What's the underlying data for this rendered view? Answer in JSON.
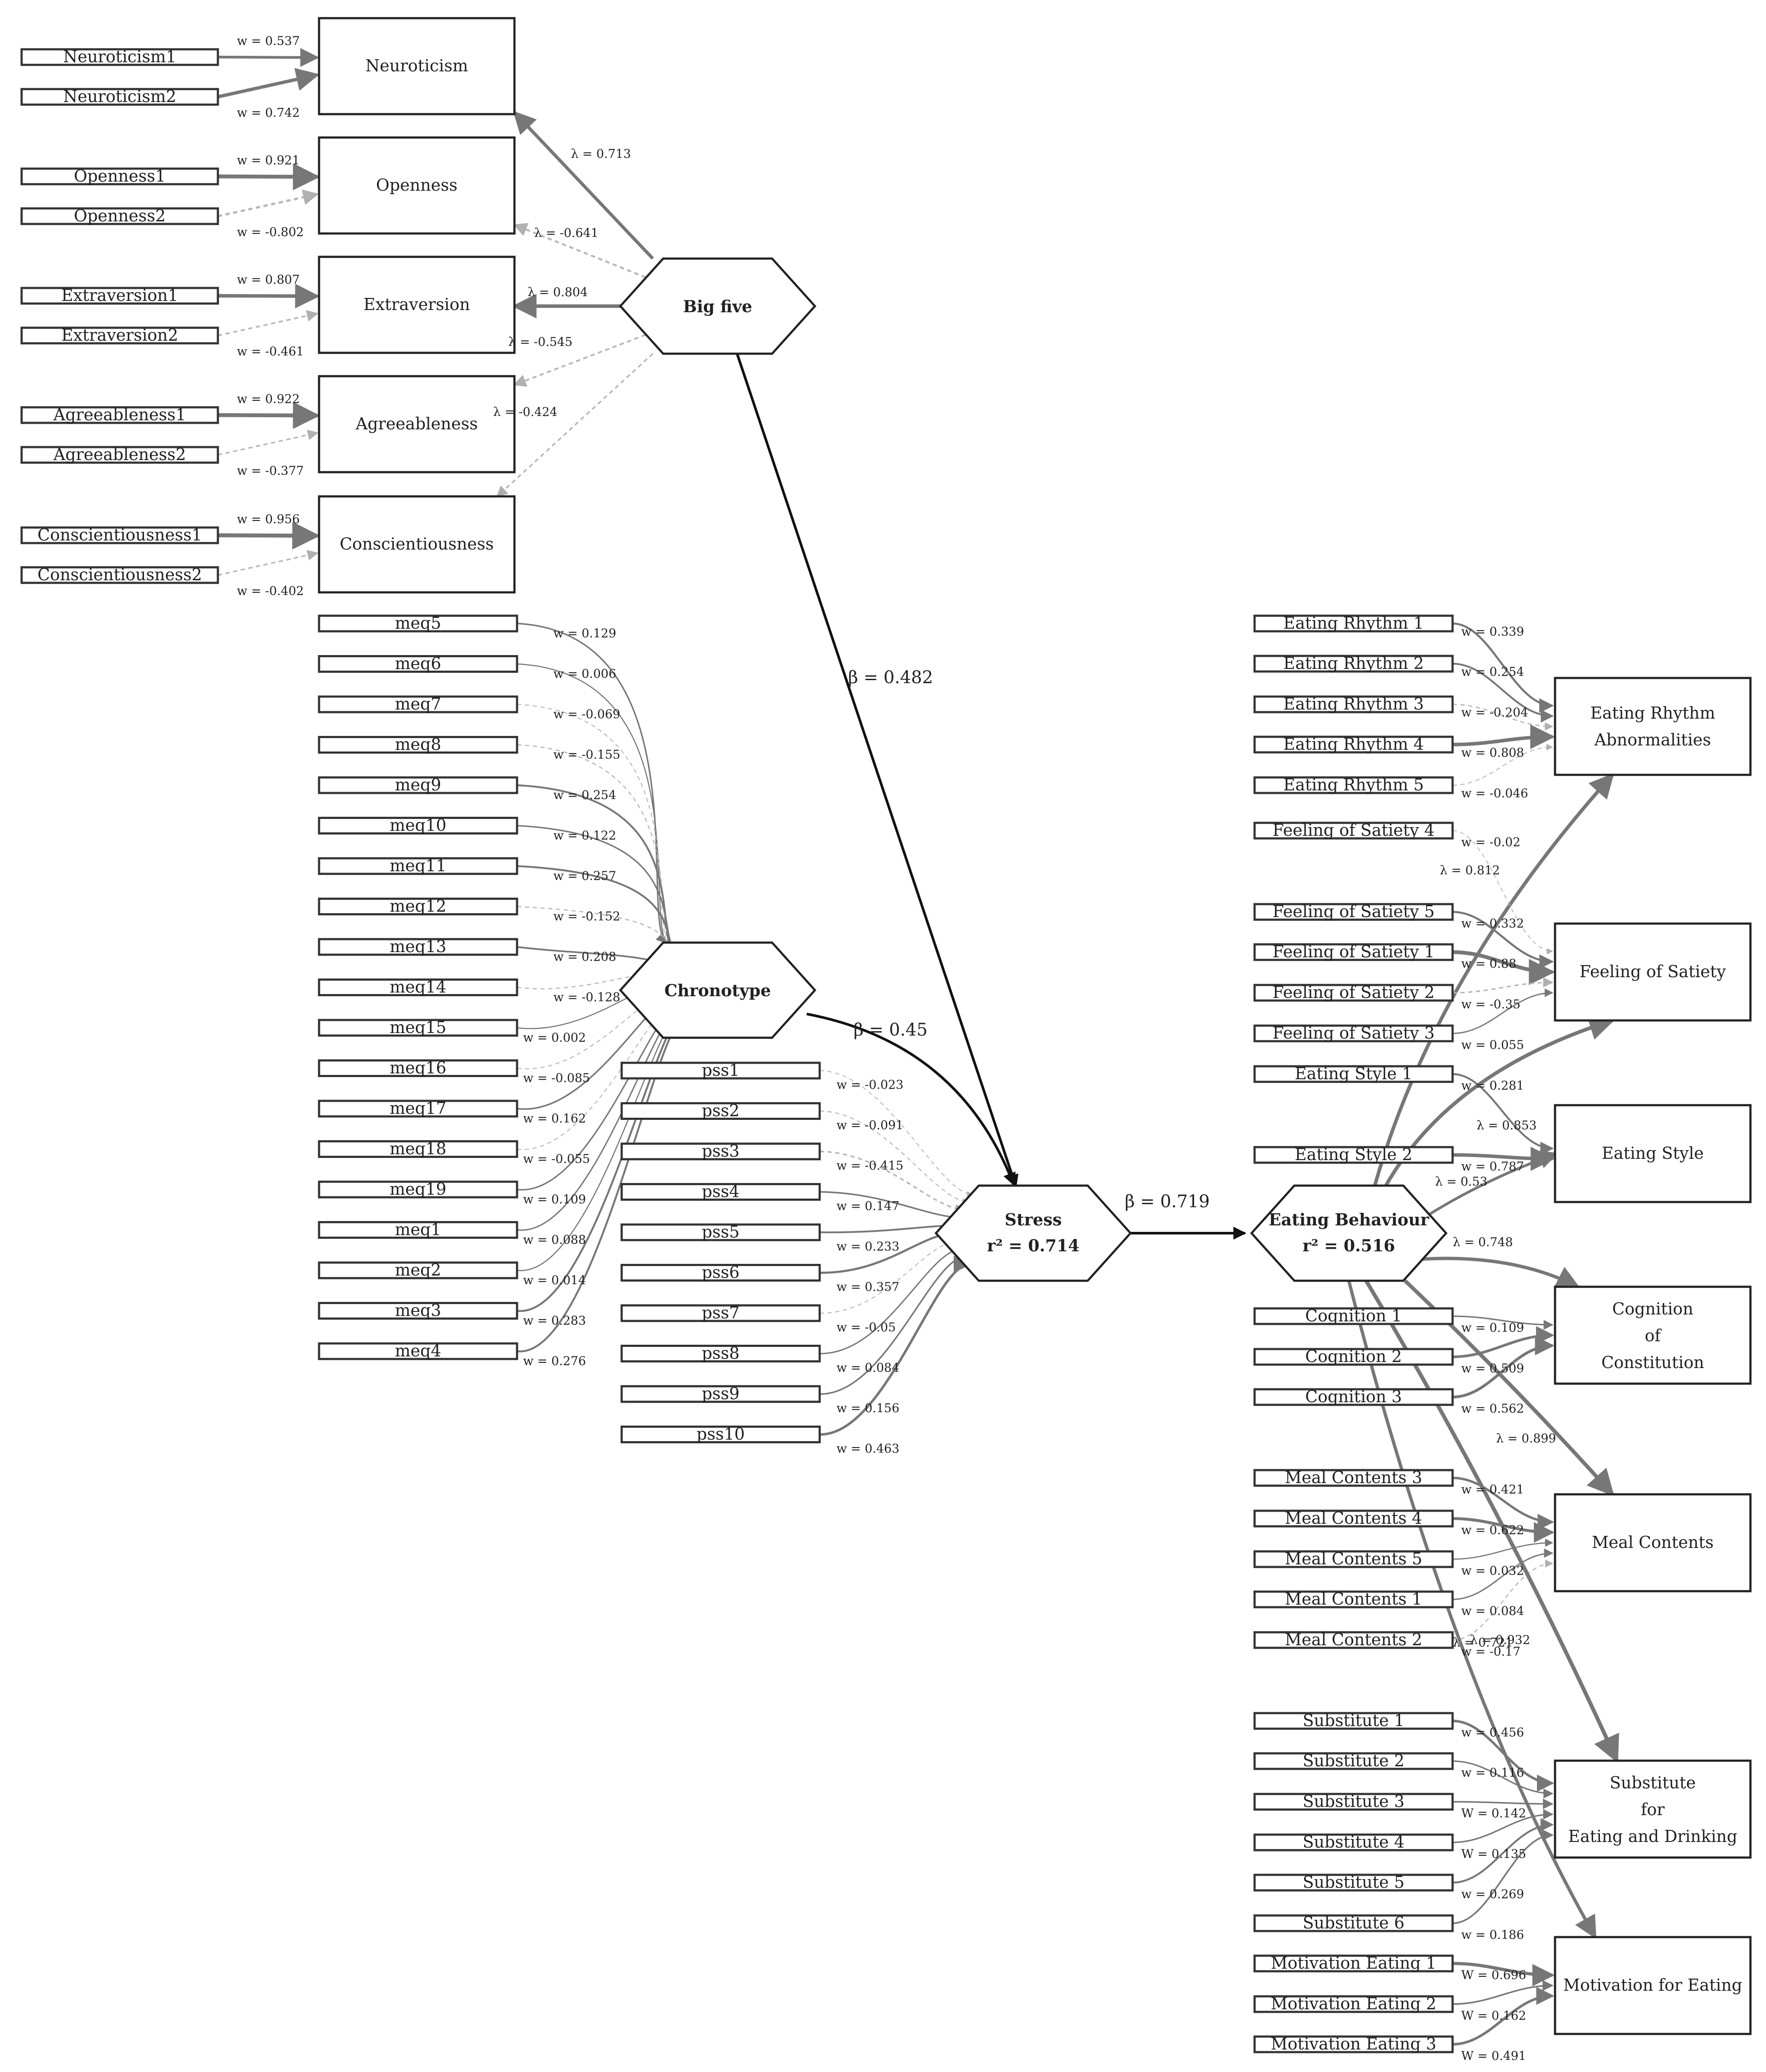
{
  "palette": {
    "line_solid": "#777777",
    "line_dashed": "#b8b8b8",
    "path_dark": "#111111",
    "box_stroke": "#333333"
  },
  "latent": {
    "big_five": "Big five",
    "chronotype": "Chronotype",
    "stress": "Stress",
    "stress_r2": "r² = 0.714",
    "eating_behaviour": "Eating Behaviour",
    "eating_behaviour_r2": "r² = 0.516"
  },
  "paths": {
    "bigfive_stress": "β = 0.482",
    "chronotype_stress": "β = 0.45",
    "stress_eating": "β = 0.719"
  },
  "big_five_constructs": [
    {
      "name": "Neuroticism",
      "lambda": "λ = 0.713",
      "indicators": [
        {
          "label": "Neuroticism1",
          "weight": "w = 0.537"
        },
        {
          "label": "Neuroticism2",
          "weight": "w = 0.742"
        }
      ]
    },
    {
      "name": "Openness",
      "lambda": "λ = -0.641",
      "indicators": [
        {
          "label": "Openness1",
          "weight": "w = 0.921"
        },
        {
          "label": "Openness2",
          "weight": "w = -0.802"
        }
      ]
    },
    {
      "name": "Extraversion",
      "lambda": "λ = 0.804",
      "indicators": [
        {
          "label": "Extraversion1",
          "weight": "w = 0.807"
        },
        {
          "label": "Extraversion2",
          "weight": "w = -0.461"
        }
      ]
    },
    {
      "name": "Agreeableness",
      "lambda": "λ = -0.545",
      "indicators": [
        {
          "label": "Agreeableness1",
          "weight": "w = 0.922"
        },
        {
          "label": "Agreeableness2",
          "weight": "w = -0.377"
        }
      ]
    },
    {
      "name": "Conscientiousness",
      "lambda": "λ = -0.424",
      "indicators": [
        {
          "label": "Conscientiousness1",
          "weight": "w = 0.956"
        },
        {
          "label": "Conscientiousness2",
          "weight": "w = -0.402"
        }
      ]
    }
  ],
  "meq_items": [
    {
      "label": "meq5",
      "weight": "w = 0.129"
    },
    {
      "label": "meq6",
      "weight": "w = 0.006"
    },
    {
      "label": "meq7",
      "weight": "w = -0.069"
    },
    {
      "label": "meq8",
      "weight": "w = -0.155"
    },
    {
      "label": "meq9",
      "weight": "w = 0.254"
    },
    {
      "label": "meq10",
      "weight": "w = 0.122"
    },
    {
      "label": "meq11",
      "weight": "w = 0.257"
    },
    {
      "label": "meq12",
      "weight": "w = -0.152"
    },
    {
      "label": "meq13",
      "weight": "w = 0.208"
    },
    {
      "label": "meq14",
      "weight": "w = -0.128"
    },
    {
      "label": "meq15",
      "weight": "w = 0.002"
    },
    {
      "label": "meq16",
      "weight": "w = -0.085"
    },
    {
      "label": "meq17",
      "weight": "w = 0.162"
    },
    {
      "label": "meq18",
      "weight": "w = -0.055"
    },
    {
      "label": "meq19",
      "weight": "w = 0.109"
    },
    {
      "label": "meq1",
      "weight": "w = 0.088"
    },
    {
      "label": "meq2",
      "weight": "w = 0.014"
    },
    {
      "label": "meq3",
      "weight": "w = 0.283"
    },
    {
      "label": "meq4",
      "weight": "w = 0.276"
    }
  ],
  "pss_items": [
    {
      "label": "pss1",
      "weight": "w = -0.023"
    },
    {
      "label": "pss2",
      "weight": "w = -0.091"
    },
    {
      "label": "pss3",
      "weight": "w = -0.415"
    },
    {
      "label": "pss4",
      "weight": "w = 0.147"
    },
    {
      "label": "pss5",
      "weight": "w = 0.233"
    },
    {
      "label": "pss6",
      "weight": "w = 0.357"
    },
    {
      "label": "pss7",
      "weight": "w = -0.05"
    },
    {
      "label": "pss8",
      "weight": "w = 0.084"
    },
    {
      "label": "pss9",
      "weight": "w = 0.156"
    },
    {
      "label": "pss10",
      "weight": "w = 0.463"
    }
  ],
  "eating_constructs": [
    {
      "name": "Eating Rhythm Abnormalities",
      "lambda": "λ = 0.812",
      "indicators": [
        {
          "label": "Eating Rhythm 1",
          "weight": "w = 0.339"
        },
        {
          "label": "Eating Rhythm 2",
          "weight": "w = 0.254"
        },
        {
          "label": "Eating Rhythm 3",
          "weight": "w = -0.204"
        },
        {
          "label": "Eating Rhythm 4",
          "weight": "w = 0.808"
        },
        {
          "label": "Eating Rhythm 5",
          "weight": "w = -0.046"
        }
      ]
    },
    {
      "name": "Feeling of Satiety",
      "lambda": "λ = 0.853",
      "indicators": [
        {
          "label": "Feeling of Satiety 4",
          "weight": "w = -0.02"
        },
        {
          "label": "Feeling of Satiety 5",
          "weight": "w = 0.332"
        },
        {
          "label": "Feeling of Satiety 1",
          "weight": "w = 0.88"
        },
        {
          "label": "Feeling of Satiety 2",
          "weight": "w = -0.35"
        },
        {
          "label": "Feeling of Satiety 3",
          "weight": "w = 0.055"
        }
      ]
    },
    {
      "name": "Eating Style",
      "lambda": "λ = 0.53",
      "indicators": [
        {
          "label": "Eating Style 1",
          "weight": "w = 0.281"
        },
        {
          "label": "Eating Style 2",
          "weight": "w = 0.787"
        }
      ]
    },
    {
      "name": "Cognition of Constitution",
      "lambda": "λ = 0.748",
      "indicators": [
        {
          "label": "Cognition 1",
          "weight": "w = 0.109"
        },
        {
          "label": "Cognition 2",
          "weight": "w = 0.509"
        },
        {
          "label": "Cognition 3",
          "weight": "w = 0.562"
        }
      ]
    },
    {
      "name": "Meal Contents",
      "lambda": "λ = 0.899",
      "indicators": [
        {
          "label": "Meal Contents 3",
          "weight": "w = 0.421"
        },
        {
          "label": "Meal Contents 4",
          "weight": "w = 0.622"
        },
        {
          "label": "Meal Contents 5",
          "weight": "w = 0.032"
        },
        {
          "label": "Meal Contents 1",
          "weight": "w = 0.084"
        },
        {
          "label": "Meal Contents 2",
          "weight": "w = -0.17"
        }
      ]
    },
    {
      "name": "Substitute for Eating and Drinking",
      "lambda": "λ = 0.932",
      "indicators": [
        {
          "label": "Substitute 1",
          "weight": "w = 0.456"
        },
        {
          "label": "Substitute 2",
          "weight": "w = 0.116"
        },
        {
          "label": "Substitute 3",
          "weight": "W = 0.142"
        },
        {
          "label": "Substitute 4",
          "weight": "W = 0.135"
        },
        {
          "label": "Substitute 5",
          "weight": "w = 0.269"
        },
        {
          "label": "Substitute 6",
          "weight": "w = 0.186"
        }
      ]
    },
    {
      "name": "Motivation for Eating",
      "lambda": "λ = 0.721",
      "indicators": [
        {
          "label": "Motivation Eating 1",
          "weight": "W = 0.696"
        },
        {
          "label": "Motivation Eating 2",
          "weight": "W = 0.162"
        },
        {
          "label": "Motivation Eating 3",
          "weight": "W = 0.491"
        }
      ]
    }
  ]
}
